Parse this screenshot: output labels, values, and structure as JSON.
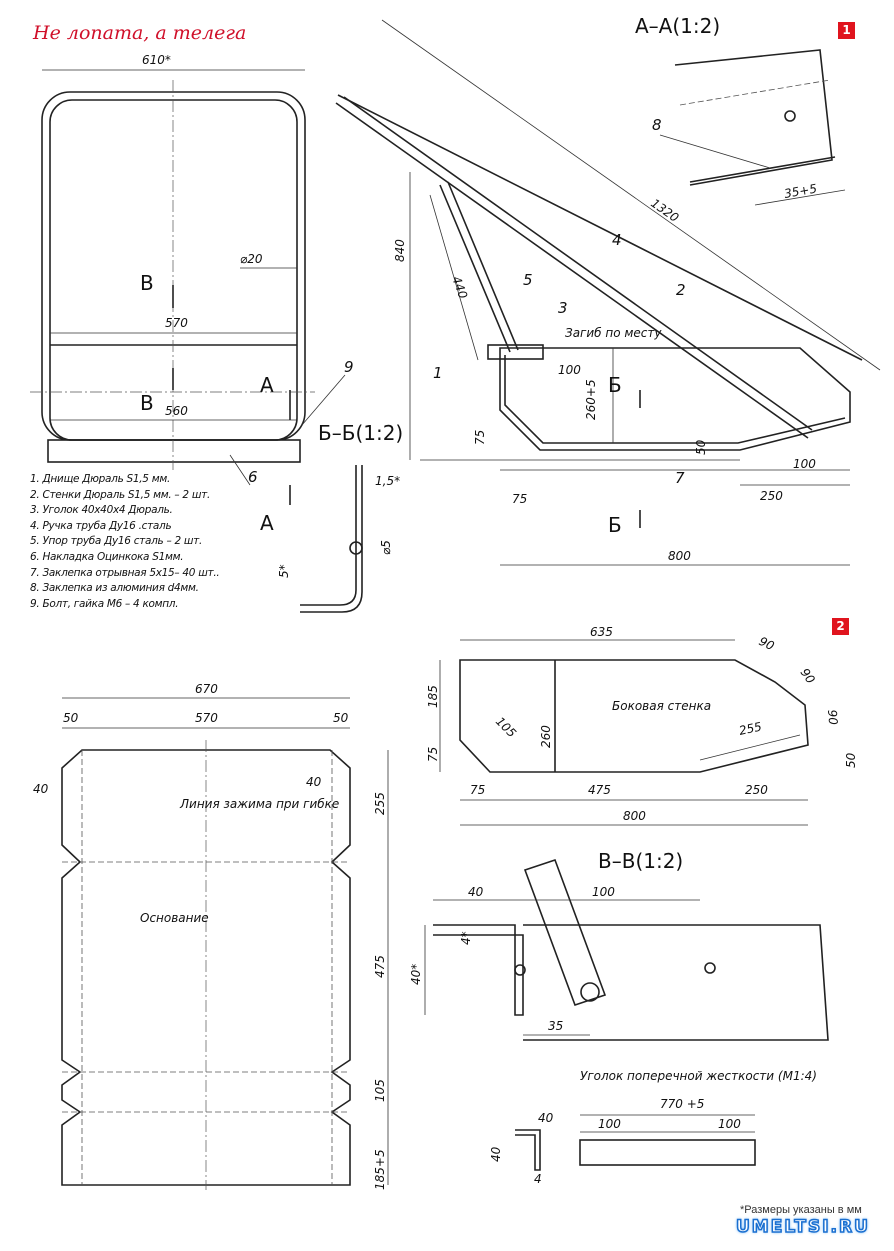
{
  "title": "Не лопата, а телега",
  "badges": [
    "1",
    "2"
  ],
  "section_aa": {
    "title": "А–А(1:2)",
    "labels": [
      "8",
      "35+5"
    ]
  },
  "top_view": {
    "labels": [
      "610*",
      "⌀20",
      "570",
      "560",
      "В",
      "В",
      "А",
      "А",
      "9",
      "6"
    ]
  },
  "section_bb": {
    "title": "Б–Б(1:2)",
    "labels": [
      "1,5*",
      "⌀5",
      "5*"
    ]
  },
  "side_view": {
    "labels": [
      "840",
      "440",
      "1320",
      "4",
      "5",
      "3",
      "2",
      "1",
      "Загиб по месту",
      "100",
      "Б",
      "Б",
      "260+5",
      "75",
      "50",
      "7",
      "100",
      "250",
      "75",
      "800"
    ]
  },
  "parts_list": [
    "1. Днище Дюраль S1,5 мм.",
    "2. Стенки Дюраль S1,5 мм. – 2 шт.",
    "3. Уголок 40х40х4 Дюраль.",
    "4. Ручка труба Ду16 .сталь",
    "5. Упор труба Ду16 сталь – 2 шт.",
    "6. Накладка Оцинкока S1мм.",
    "7. Заклепка отрывная 5х15– 40 шт..",
    "8. Заклепка из алюминия d4мм.",
    "9. Болт, гайка М6 – 4 компл."
  ],
  "side_wall": {
    "caption": "Боковая стенка",
    "labels": [
      "635",
      "90",
      "90",
      "90",
      "185",
      "260",
      "105",
      "255",
      "75",
      "50",
      "75",
      "475",
      "250",
      "800"
    ]
  },
  "base": {
    "caption": "Основание",
    "bend_line": "Линия зажима при гибке",
    "labels": [
      "670",
      "50",
      "570",
      "50",
      "40",
      "40",
      "255",
      "475",
      "105",
      "185+5"
    ]
  },
  "section_vv": {
    "title": "В–В(1:2)",
    "labels": [
      "40",
      "100",
      "4*",
      "40*",
      "35"
    ]
  },
  "angle_part": {
    "caption": "Уголок поперечной жесткости (М1:4)",
    "labels": [
      "770 +5",
      "100",
      "100",
      "40",
      "40",
      "4"
    ]
  },
  "footer": {
    "note": "*Размеры указаны в мм",
    "logo": "UMELTSI.RU"
  }
}
